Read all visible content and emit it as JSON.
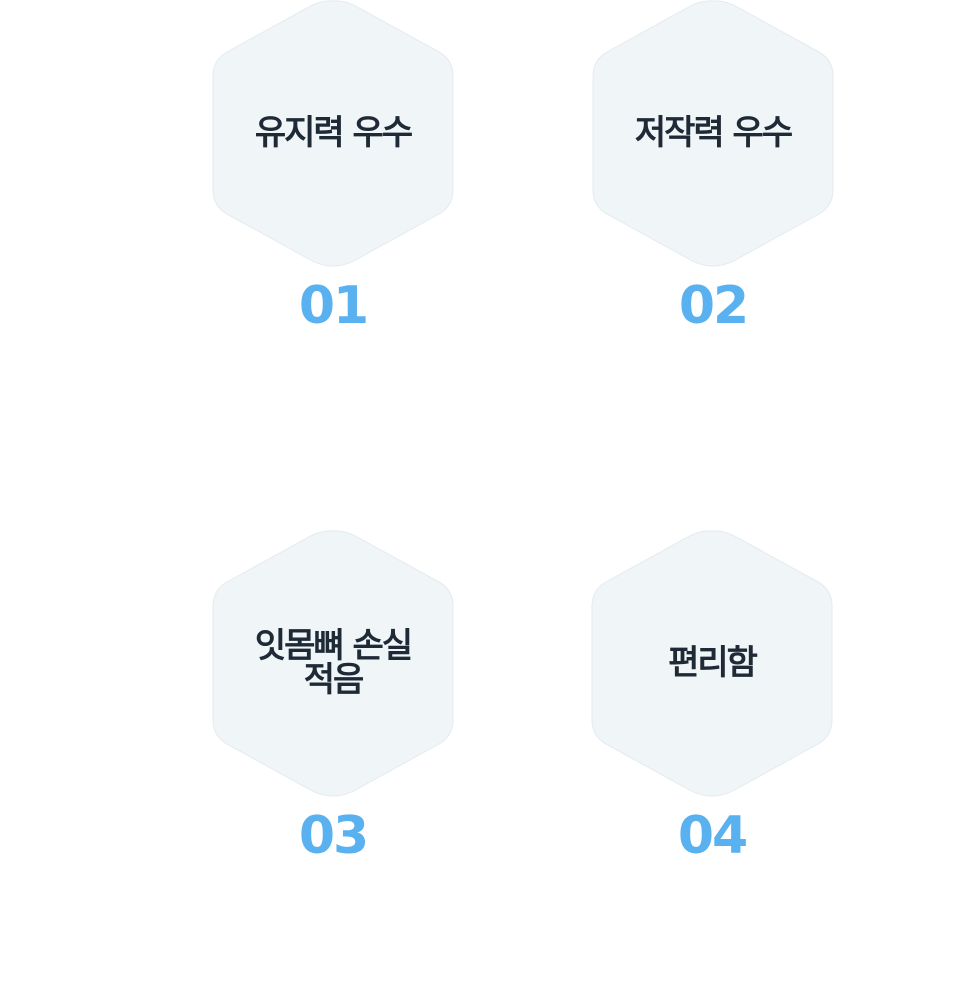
{
  "features": [
    {
      "label": "유지력 우수",
      "number": "01"
    },
    {
      "label": "저작력 우수",
      "number": "02"
    },
    {
      "label": "잇몸뼈 손실\n적음",
      "number": "03"
    },
    {
      "label": "편리함",
      "number": "04"
    }
  ],
  "colors": {
    "hex_fill": "#f0f5f8",
    "number": "#5ab1f0",
    "label": "#1f2a37"
  }
}
